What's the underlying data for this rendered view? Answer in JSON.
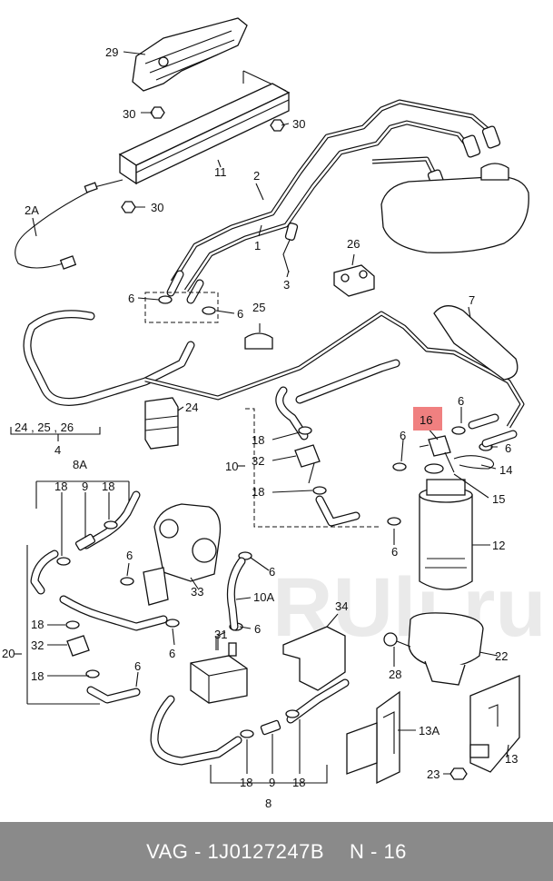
{
  "diagram": {
    "callouts": {
      "c29": "29",
      "c30a": "30",
      "c30b": "30",
      "c30c": "30",
      "c11": "11",
      "c2a": "2A",
      "c2": "2",
      "c1": "1",
      "c3": "3",
      "c26": "26",
      "c6a": "6",
      "c6b": "6",
      "c25": "25",
      "c7": "7",
      "c24": "24",
      "c4": "4",
      "c4list": "24 , 25 , 26",
      "c16": "16",
      "c6c": "6",
      "c6d": "6",
      "c6e": "6",
      "c14": "14",
      "c15": "15",
      "c10": "10",
      "c18a": "18",
      "c32a": "32",
      "c18b": "18",
      "c12": "12",
      "c8a": "8A",
      "c18c": "18",
      "c9a": "9",
      "c18d": "18",
      "c6f": "6",
      "c33": "33",
      "c6g": "6",
      "c10a": "10A",
      "c6h": "6",
      "c6i": "6",
      "c20": "20",
      "c18e": "18",
      "c32b": "32",
      "c18f": "18",
      "c6j": "6",
      "c31": "31",
      "c34": "34",
      "c22": "22",
      "c28": "28",
      "c13a": "13A",
      "c13": "13",
      "c23": "23",
      "c18g": "18",
      "c9b": "9",
      "c18h": "18",
      "c8": "8"
    },
    "highlight": {
      "color": "#f08080"
    },
    "watermark": "RUli.ru"
  },
  "footer": {
    "brand": "VAG - 1J0127247B",
    "ref": "N - 16"
  }
}
